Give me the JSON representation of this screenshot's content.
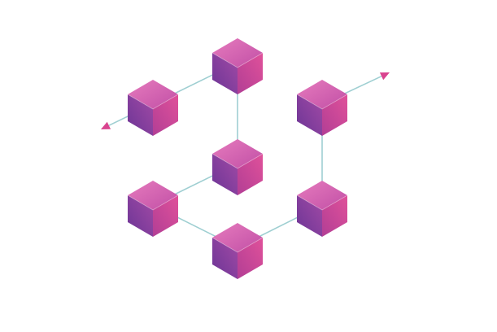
{
  "diagram": {
    "nodes": [
      {
        "id": "cube-top"
      },
      {
        "id": "cube-upper-left"
      },
      {
        "id": "cube-center"
      },
      {
        "id": "cube-upper-right"
      },
      {
        "id": "cube-mid-left"
      },
      {
        "id": "cube-mid-right"
      },
      {
        "id": "cube-bottom"
      }
    ],
    "edges": [
      {
        "from": "cube-upper-left",
        "to": "cube-top"
      },
      {
        "from": "cube-top",
        "to": "cube-center"
      },
      {
        "from": "cube-center",
        "to": "cube-mid-left"
      },
      {
        "from": "cube-mid-left",
        "to": "cube-bottom"
      },
      {
        "from": "cube-bottom",
        "to": "cube-mid-right"
      },
      {
        "from": "cube-mid-right",
        "to": "cube-upper-right"
      }
    ],
    "arrows": [
      {
        "from": "cube-upper-left",
        "direction": "down-left"
      },
      {
        "from": "cube-upper-right",
        "direction": "up-right"
      }
    ]
  },
  "colors": {
    "background": "#ffffff",
    "connector": "#9fcfd2",
    "arrowhead": "#d9448f",
    "cube_top_light": "#e67bbd",
    "cube_top_dark": "#c14fa6",
    "cube_left_light": "#a24aa5",
    "cube_left_dark": "#6b3596",
    "cube_right_light": "#e0519a",
    "cube_right_dark": "#b23e95"
  }
}
